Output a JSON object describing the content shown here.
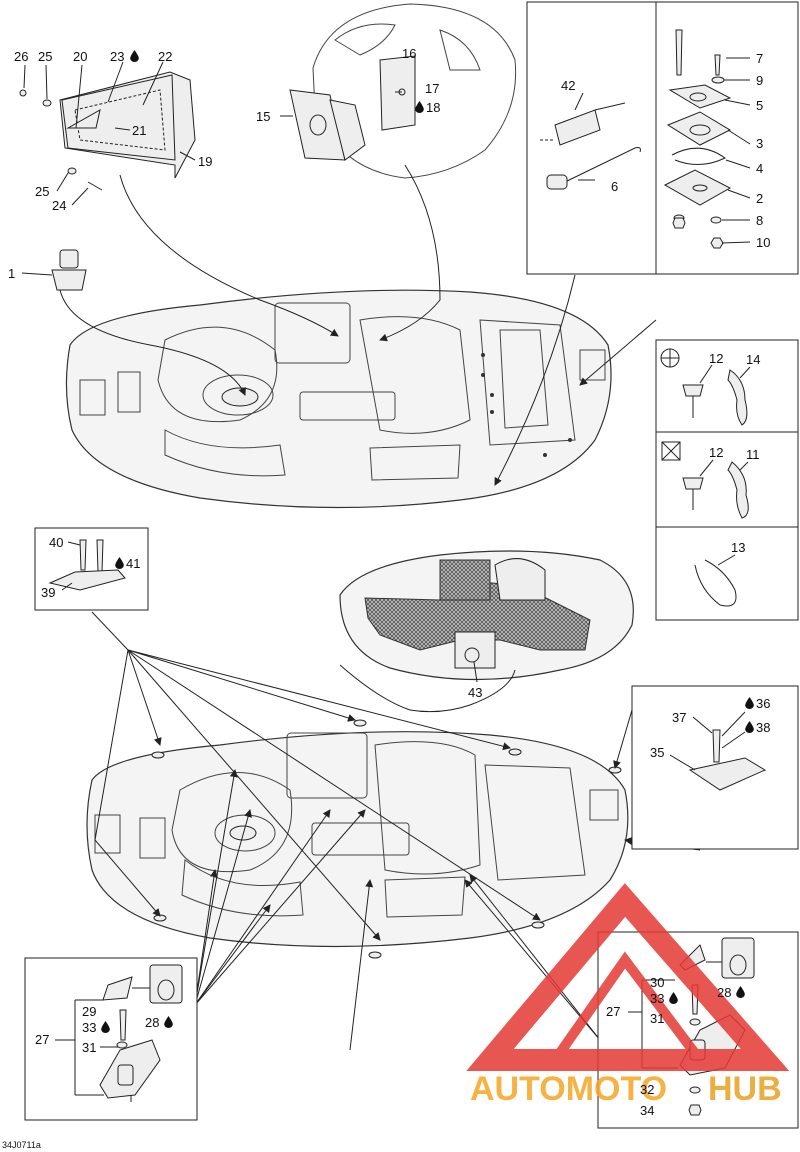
{
  "figure_code": "34J0711a",
  "watermark": {
    "left_text": "AUTOMOTO",
    "right_text": "HUB",
    "left_color": "#f5a623",
    "right_color": "#e8a020",
    "triangle_color": "#e53935"
  },
  "colors": {
    "line": "#222222",
    "fill": "#f4f4f4"
  },
  "drop_icon": "oil-drop-icon",
  "callouts": {
    "c1": "1",
    "c2": "2",
    "c3": "3",
    "c4": "4",
    "c5": "5",
    "c6": "6",
    "c7": "7",
    "c8": "8",
    "c9": "9",
    "c10": "10",
    "c11": "11",
    "c12a": "12",
    "c12b": "12",
    "c13": "13",
    "c14": "14",
    "c15": "15",
    "c16": "16",
    "c17": "17",
    "c18": "18",
    "c19": "19",
    "c20": "20",
    "c21": "21",
    "c22": "22",
    "c23": "23",
    "c24": "24",
    "c25a": "25",
    "c25b": "25",
    "c26": "26",
    "c27a": "27",
    "c27b": "27",
    "c28a": "28",
    "c28b": "28",
    "c29": "29",
    "c30": "30",
    "c31a": "31",
    "c31b": "31",
    "c32": "32",
    "c33a": "33",
    "c33b": "33",
    "c34": "34",
    "c35": "35",
    "c36": "36",
    "c37": "37",
    "c38": "38",
    "c39": "39",
    "c40": "40",
    "c41": "41",
    "c42": "42",
    "c43": "43"
  }
}
